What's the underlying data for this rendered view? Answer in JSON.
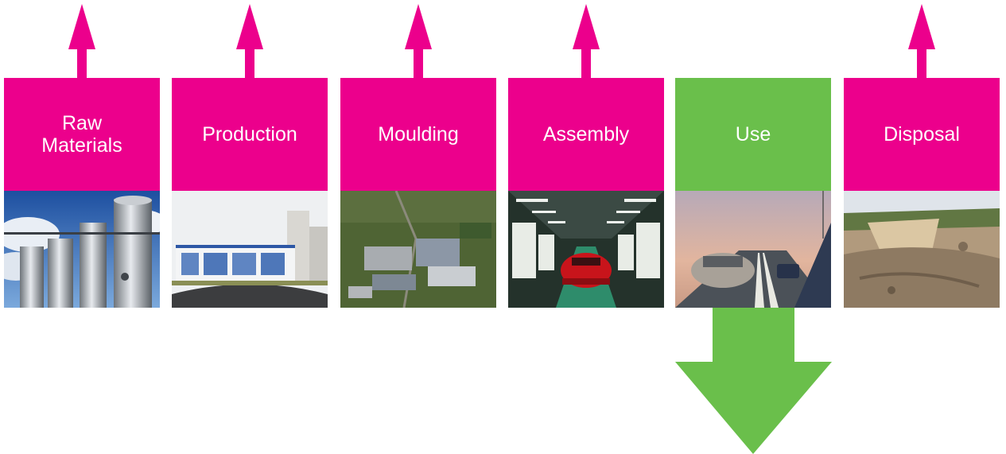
{
  "colors": {
    "emission": "#ec008c",
    "use": "#6abf4b"
  },
  "stages": [
    {
      "label": "Raw\nMaterials",
      "box_color": "#ec008c",
      "arrow": "up",
      "image": "steel-silos-photo"
    },
    {
      "label": "Production",
      "box_color": "#ec008c",
      "arrow": "up",
      "image": "factory-building-photo"
    },
    {
      "label": "Moulding",
      "box_color": "#ec008c",
      "arrow": "up",
      "image": "aerial-industrial-site-photo"
    },
    {
      "label": "Assembly",
      "box_color": "#ec008c",
      "arrow": "up",
      "image": "car-assembly-line-photo"
    },
    {
      "label": "Use",
      "box_color": "#6abf4b",
      "arrow": "down",
      "image": "cars-on-road-photo"
    },
    {
      "label": "Disposal",
      "box_color": "#ec008c",
      "arrow": "up",
      "image": "landfill-quarry-photo"
    }
  ]
}
